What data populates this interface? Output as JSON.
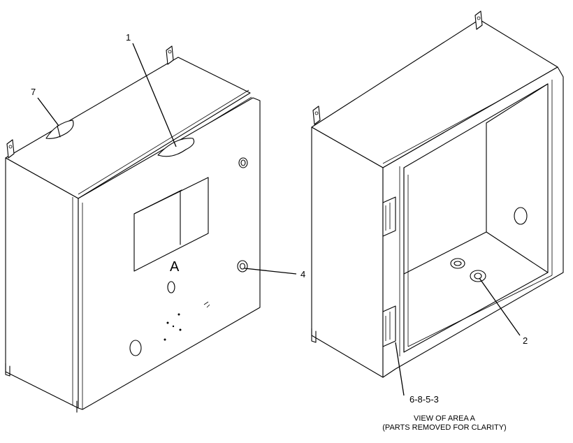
{
  "callouts": {
    "c1": "1",
    "c2": "2",
    "c4": "4",
    "c7": "7",
    "c6853": "6-8-5-3"
  },
  "area_letter": "A",
  "caption": {
    "line1": "VIEW OF AREA  A",
    "line2": "(PARTS REMOVED FOR CLARITY)"
  }
}
